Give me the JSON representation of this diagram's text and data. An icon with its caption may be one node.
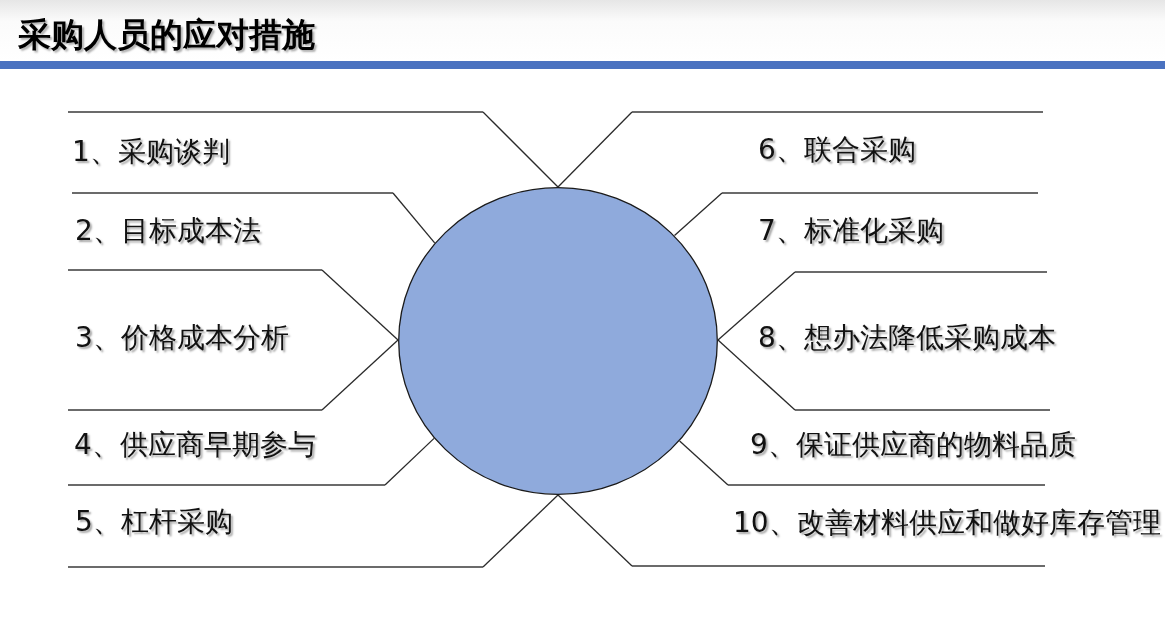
{
  "diagram": {
    "title": "采购人员的应对措施",
    "nodes": [
      {
        "text": [],
        "shape": "circle"
      },
      {
        "text": [
          "1、采购谈判"
        ]
      },
      {
        "text": [
          "2、目标成本法"
        ]
      },
      {
        "text": [
          "3、价格成本分析"
        ]
      },
      {
        "text": [
          "4、供应商早期参与"
        ]
      },
      {
        "text": [
          "5、杠杆采购"
        ]
      },
      {
        "text": [
          "6、联合采购"
        ]
      },
      {
        "text": [
          "7、标准化采购"
        ]
      },
      {
        "text": [
          "8、想办法降低采购成本"
        ]
      },
      {
        "text": [
          "9、保证供应商的物料品质"
        ]
      },
      {
        "text": [
          "10、改善材料供应和做好库存管理"
        ]
      }
    ],
    "edges": [
      {
        "from": 0,
        "to": 1,
        "arrow": "none"
      },
      {
        "from": 0,
        "to": 2,
        "arrow": "none"
      },
      {
        "from": 0,
        "to": 3,
        "arrow": "none"
      },
      {
        "from": 0,
        "to": 3,
        "arrow": "none"
      },
      {
        "from": 0,
        "to": 4,
        "arrow": "none"
      },
      {
        "from": 0,
        "to": 5,
        "arrow": "none"
      },
      {
        "from": 0,
        "to": 6,
        "arrow": "none"
      },
      {
        "from": 0,
        "to": 7,
        "arrow": "none"
      },
      {
        "from": 0,
        "to": 8,
        "arrow": "none"
      },
      {
        "from": 0,
        "to": 8,
        "arrow": "none"
      },
      {
        "from": 0,
        "to": 9,
        "arrow": "none"
      },
      {
        "from": 0,
        "to": 10,
        "arrow": "none"
      }
    ]
  }
}
